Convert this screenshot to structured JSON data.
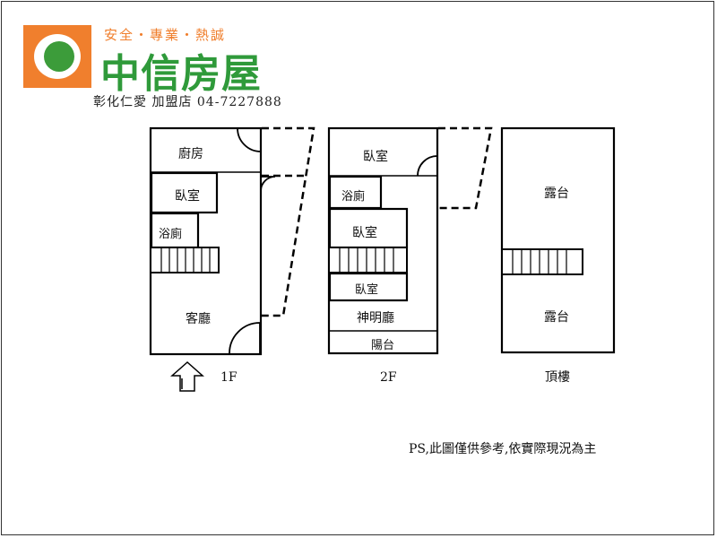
{
  "header": {
    "slogan": "安全・專業・熱誠",
    "brand": "中信房屋",
    "branch": "彰化仁愛 加盟店 04-7227888",
    "colors": {
      "brand_orange": "#f07f2d",
      "brand_green": "#2f9a3a"
    }
  },
  "floor1": {
    "label": "1F",
    "rooms": {
      "kitchen": "廚房",
      "bedroom": "臥室",
      "bathroom": "浴廁",
      "living": "客廳"
    },
    "entrance_icon": "entrance-arrow-icon"
  },
  "floor2": {
    "label": "2F",
    "rooms": {
      "bedroom_top": "臥室",
      "bathroom": "浴廁",
      "bedroom_mid": "臥室",
      "bedroom_small": "臥室",
      "shrine_hall": "神明廳",
      "balcony": "陽台"
    }
  },
  "roof": {
    "label": "頂樓",
    "rooms": {
      "terrace_top": "露台",
      "terrace_bottom": "露台"
    }
  },
  "note": "PS,此圖僅供參考,依實際現況為主"
}
